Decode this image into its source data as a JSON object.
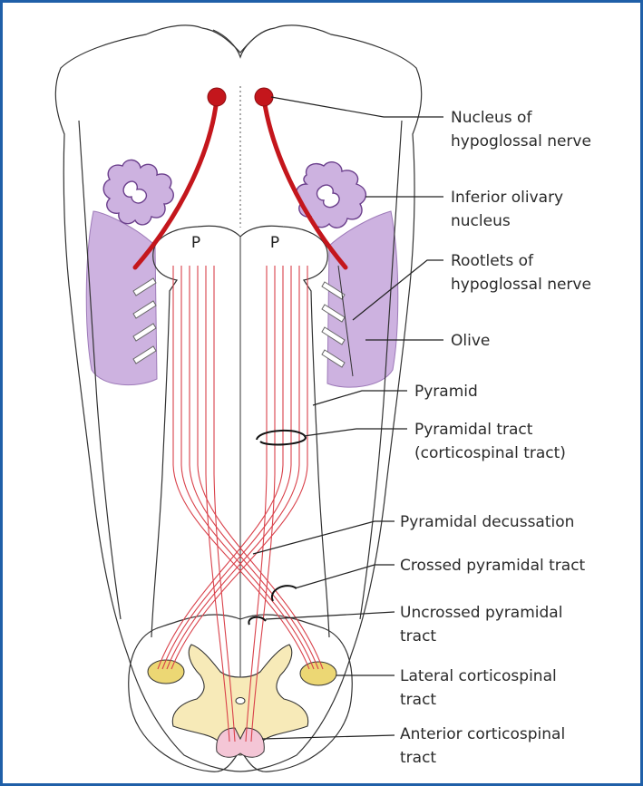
{
  "labels": {
    "hypoglossal_nucleus": [
      "Nucleus of",
      "hypoglossal nerve"
    ],
    "inferior_olivary_nucleus": [
      "Inferior olivary",
      "nucleus"
    ],
    "rootlets": [
      "Rootlets of",
      "hypoglossal nerve"
    ],
    "olive": [
      "Olive"
    ],
    "pyramid": [
      "Pyramid"
    ],
    "pyramidal_tract": [
      "Pyramidal tract",
      "(corticospinal tract)"
    ],
    "pyramidal_decussation": [
      "Pyramidal decussation"
    ],
    "crossed_pyramidal_tract": [
      "Crossed pyramidal tract"
    ],
    "uncrossed_pyramidal_tract": [
      "Uncrossed pyramidal",
      "tract"
    ],
    "lateral_corticospinal_tract": [
      "Lateral corticospinal",
      "tract"
    ],
    "anterior_corticospinal_tract": [
      "Anterior corticospinal",
      "tract"
    ]
  },
  "pyramid_marks": {
    "left": "P",
    "right": "P"
  },
  "colors": {
    "frame_border": "#1f5fa8",
    "nerve_red": "#c4161c",
    "fiber_red": "#d9414a",
    "olive_purple": "#cdb2e0",
    "grey_matter_yellow": "#f7eab8",
    "lateral_tract_yellow": "#ecd774",
    "anterior_tract_pink": "#f4c6d6"
  }
}
